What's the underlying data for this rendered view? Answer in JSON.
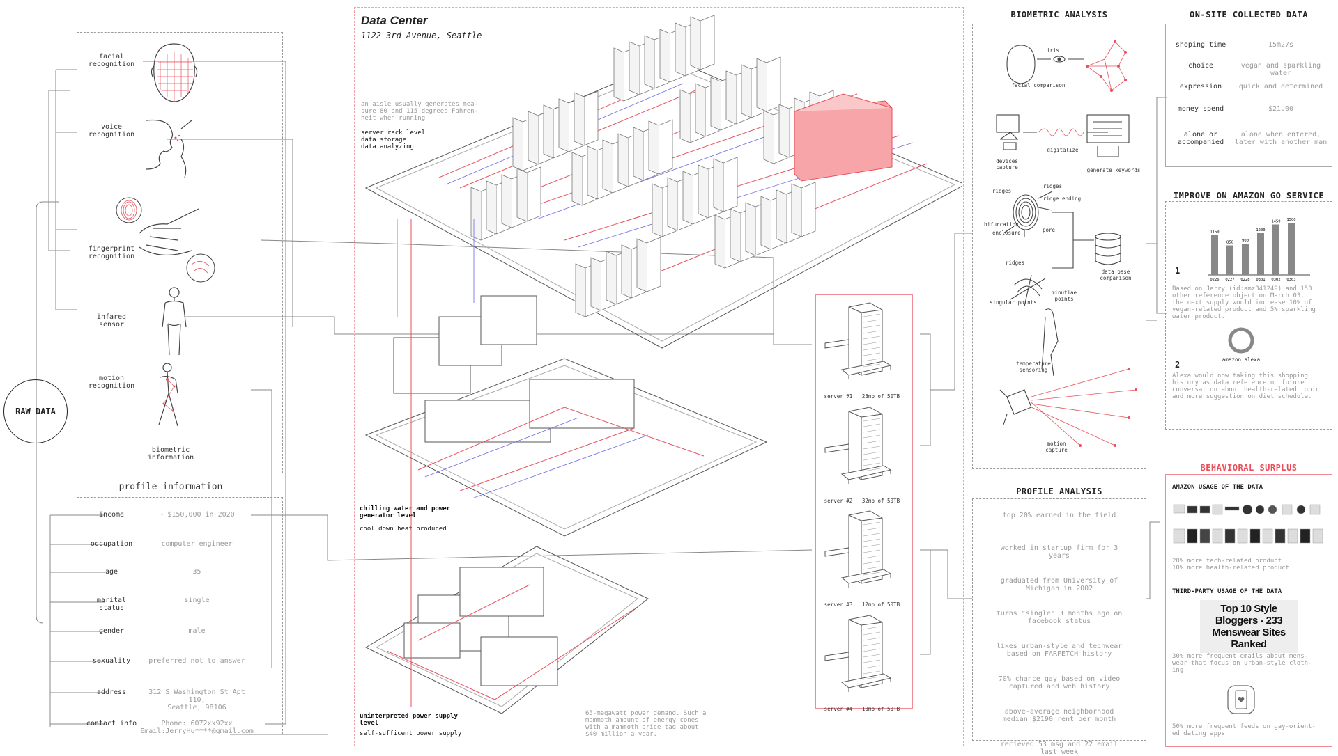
{
  "raw_data": {
    "label": "RAW DATA"
  },
  "biometric_panel": {
    "items": [
      {
        "label": "facial\nrecognition"
      },
      {
        "label": "voice\nrecognition"
      },
      {
        "label": "fingerprint\nrecognition"
      },
      {
        "label": "infared\nsensor"
      },
      {
        "label": "motion\nrecognition"
      }
    ],
    "caption": "biometric\ninformation"
  },
  "profile_info": {
    "title": "profile information",
    "rows": [
      {
        "key": "income",
        "value": "~ $150,000 in 2020"
      },
      {
        "key": "occupation",
        "value": "computer engineer"
      },
      {
        "key": "age",
        "value": "35"
      },
      {
        "key": "marital\nstatus",
        "value": "single"
      },
      {
        "key": "gender",
        "value": "male"
      },
      {
        "key": "sexuality",
        "value": "preferred not to answer"
      },
      {
        "key": "address",
        "value": "312 S Washington St Apt 110,\nSeattle, 98106"
      },
      {
        "key": "contact info",
        "value": "Phone: 6072xx92xx\nEmail:JerryHu****@gmail.com"
      }
    ]
  },
  "data_center": {
    "title": "Data Center",
    "address": "1122 3rd Avenue, Seattle",
    "note": "an aisle usually generates mea-\nsure 80 and 115 degrees Fahren-\nheit when running",
    "rack_level": "server rack level\ndata storage\ndata analyzing",
    "chilling_level": "chilling water and power\ngenerator level",
    "chilling_sub": "cool down heat produced",
    "power_level": "uninterpreted power supply\nlevel",
    "power_sub": "self-sufficent power supply",
    "power_note": "65-megawatt power demand. Such a\nmammoth amount of energy cones\nwith a mammoth price tag—about\n$40 million a year."
  },
  "servers": [
    {
      "name": "server #1",
      "usage": "23mb of 50TB"
    },
    {
      "name": "server #2",
      "usage": "32mb of 50TB"
    },
    {
      "name": "server #3",
      "usage": "12mb of 50TB"
    },
    {
      "name": "server #4",
      "usage": "10mb of 50TB"
    }
  ],
  "biometric_analysis": {
    "title": "BIOMETRIC ANALYSIS",
    "iris": "iris",
    "facial_comparison": "facial comparison",
    "devices_capture": "devices\ncapture",
    "digitalize": "digitalize",
    "generate_keywords": "generate keywords",
    "ridges1": "ridges",
    "ridges2": "ridges",
    "ridge_ending": "ridge ending",
    "bifurcation": "bifurcation",
    "enclosure": "enclosure",
    "pore": "pore",
    "ridges3": "ridges",
    "minutiae": "minutiae\npoints",
    "singular": "singular points",
    "db_comparison": "data base\ncomparison",
    "temperature": "temperature\nsensoring",
    "motion_capture": "motion\ncapture"
  },
  "profile_analysis": {
    "title": "PROFILE ANALYSIS",
    "items": [
      "top 20% earned in the field",
      "worked in startup firm for 3\nyears",
      "graduated from University of\nMichigan in 2002",
      "turns \"single\" 3 months ago on\nfacebook status",
      "likes urban-style and techwear\nbased on FARFETCH history",
      "70% chance gay based on video\ncaptured and web history",
      "above-average neighborhood\nmedian $2190 rent per month",
      "recieved 53 msg and 22 email\nlast week"
    ]
  },
  "onsite": {
    "title": "ON-SITE COLLECTED DATA",
    "rows": [
      {
        "key": "shoping time",
        "value": "15m27s"
      },
      {
        "key": "choice",
        "value": "vegan and sparkling\nwater"
      },
      {
        "key": "expression",
        "value": "quick and determined"
      },
      {
        "key": "money spend",
        "value": "$21.00"
      },
      {
        "key": "alone or\naccompanied",
        "value": "alone when entered,\nlater with another man"
      }
    ]
  },
  "improve": {
    "title": "IMPROVE ON AMAZON GO SERVICE",
    "n1": "1",
    "text1": "Based on Jerry (id:amz341249) and 153\nother reference object on March 03,\nthe next supply would increase 10% of\nvegan-related product and 5% sparkling\nwater product.",
    "alexa_label": "amazon alexa",
    "n2": "2",
    "text2": "Alexa would now taking this shopping\nhistory as data reference on future\nconversation about health-related topic\nand more suggestion on diet schedule."
  },
  "chart_data": {
    "type": "bar",
    "categories": [
      "0226",
      "0227",
      "0228",
      "0301",
      "0302",
      "0303"
    ],
    "values": [
      1150,
      850,
      900,
      1200,
      1450,
      1500
    ],
    "title": "",
    "xlabel": "",
    "ylabel": "",
    "ylim": [
      0,
      1600
    ]
  },
  "surplus": {
    "title": "BEHAVIORAL SURPLUS",
    "amazon_title": "AMAZON USAGE OF THE DATA",
    "amazon_text": "20% more tech-related product\n10% more health-related product",
    "third_title": "THIRD-PARTY USAGE OF THE DATA",
    "headline": "Top 10 Style\nBloggers - 233\nMenswear Sites\nRanked",
    "third_text": "30% more frequent emails about mens-\nwear that focus on urban-style cloth-\ning",
    "dating_text": "50% more frequent feeds on gay-orient-\ned dating apps"
  },
  "colors": {
    "accent_red": "#e8505b",
    "pink_fill": "#f7a5a8",
    "line_gray": "#9a9a9a",
    "blue_wire": "#6a6ae8"
  }
}
